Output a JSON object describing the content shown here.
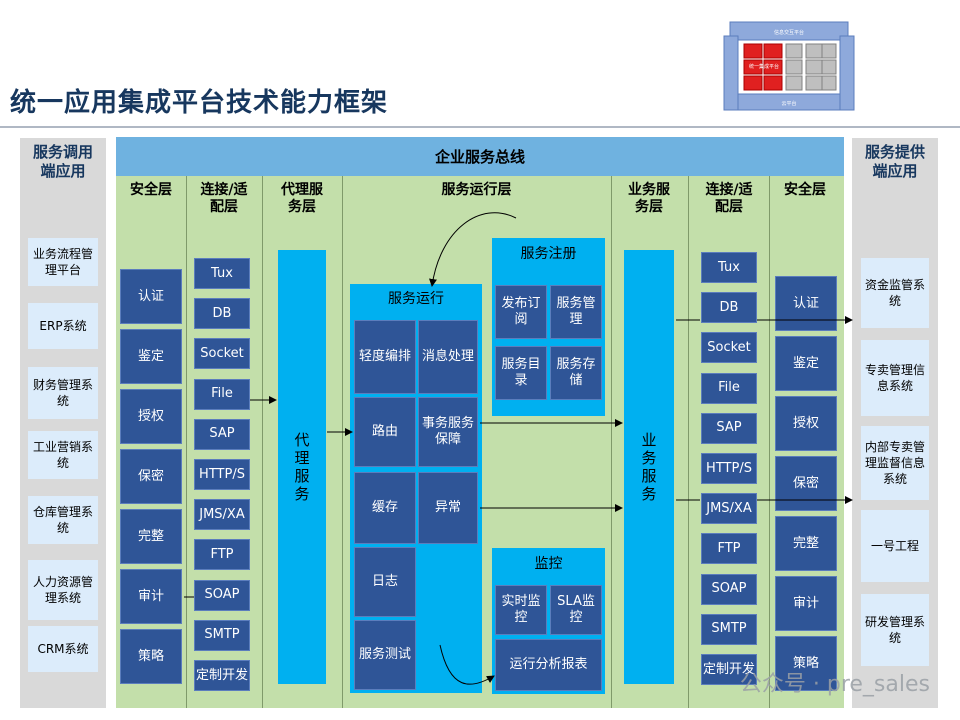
{
  "title": "统一应用集成平台技术能力框架",
  "logo": {
    "top": "信息交互平台",
    "middle": "统一集成平台",
    "bottom": "云平台"
  },
  "bus": "企业服务总线",
  "left_panel": {
    "header": "服务调用端应用",
    "items": [
      "业务流程管理平台",
      "ERP系统",
      "财务管理系统",
      "工业营销系统",
      "仓库管理系统",
      "人力资源管理系统",
      "CRM系统"
    ]
  },
  "right_panel": {
    "header": "服务提供端应用",
    "items": [
      "资金监管系统",
      "专卖管理信息系统",
      "内部专卖管理监督信息系统",
      "一号工程",
      "研发管理系统"
    ]
  },
  "columns": {
    "security_left": {
      "header": "安全层",
      "items": [
        "认证",
        "鉴定",
        "授权",
        "保密",
        "完整",
        "审计",
        "策略"
      ]
    },
    "adapter_left": {
      "header": "连接/适配层",
      "items": [
        "Tux",
        "DB",
        "Socket",
        "File",
        "SAP",
        "HTTP/S",
        "JMS/XA",
        "FTP",
        "SOAP",
        "SMTP",
        "定制开发"
      ]
    },
    "proxy": {
      "header": "代理服务层",
      "body": "代理服务"
    },
    "runtime": {
      "header": "服务运行层",
      "run": {
        "title": "服务运行",
        "cells": [
          "轻度编排",
          "消息处理",
          "路由",
          "事务服务保障",
          "缓存",
          "异常",
          "日志",
          "服务测试"
        ]
      },
      "registry": {
        "title": "服务注册",
        "cells": [
          "发布订阅",
          "服务管理",
          "服务目录",
          "服务存储"
        ]
      },
      "monitor": {
        "title": "监控",
        "cells": [
          "实时监控",
          "SLA监控"
        ],
        "report": "运行分析报表"
      }
    },
    "business": {
      "header": "业务服务层",
      "body": "业务服务"
    },
    "adapter_right": {
      "header": "连接/适配层",
      "items": [
        "Tux",
        "DB",
        "Socket",
        "File",
        "SAP",
        "HTTP/S",
        "JMS/XA",
        "FTP",
        "SOAP",
        "SMTP",
        "定制开发"
      ]
    },
    "security_right": {
      "header": "安全层",
      "items": [
        "认证",
        "鉴定",
        "授权",
        "保密",
        "完整",
        "审计",
        "策略"
      ]
    }
  },
  "watermark": "公众号 · pre_sales"
}
